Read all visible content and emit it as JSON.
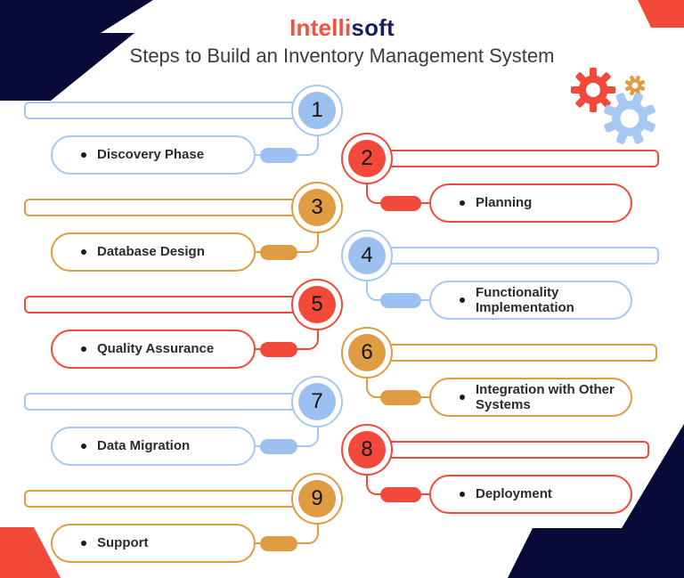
{
  "brand": {
    "part1": "Intelli",
    "part2": "soft"
  },
  "title": "Steps to Build an Inventory Management System",
  "colors": {
    "navy_corner": "#080B38",
    "red_accent": "#F2493B",
    "blue_accent": "#9CC1F0",
    "orange_accent": "#DF9C42",
    "logo_red": "#F4503C",
    "logo_navy": "#1A1F63",
    "title_text": "#3B3B3B"
  },
  "decor": {
    "gears": [
      {
        "name": "large-red-gear",
        "color": "#F2493B"
      },
      {
        "name": "small-orange-gear",
        "color": "#DF9C42"
      },
      {
        "name": "large-blue-gear",
        "color": "#A6C8F3"
      }
    ]
  },
  "steps": [
    {
      "number": "1",
      "label": "Discovery Phase",
      "color": "blue",
      "side": "left"
    },
    {
      "number": "2",
      "label": "Planning",
      "color": "red",
      "side": "right"
    },
    {
      "number": "3",
      "label": "Database Design",
      "color": "orange",
      "side": "left"
    },
    {
      "number": "4",
      "label": "Functionality Implementation",
      "color": "blue",
      "side": "right"
    },
    {
      "number": "5",
      "label": "Quality Assurance",
      "color": "red",
      "side": "left"
    },
    {
      "number": "6",
      "label": "Integration with Other Systems",
      "color": "orange",
      "side": "right"
    },
    {
      "number": "7",
      "label": "Data Migration",
      "color": "blue",
      "side": "left"
    },
    {
      "number": "8",
      "label": "Deployment",
      "color": "red",
      "side": "right"
    },
    {
      "number": "9",
      "label": "Support",
      "color": "orange",
      "side": "left"
    }
  ]
}
